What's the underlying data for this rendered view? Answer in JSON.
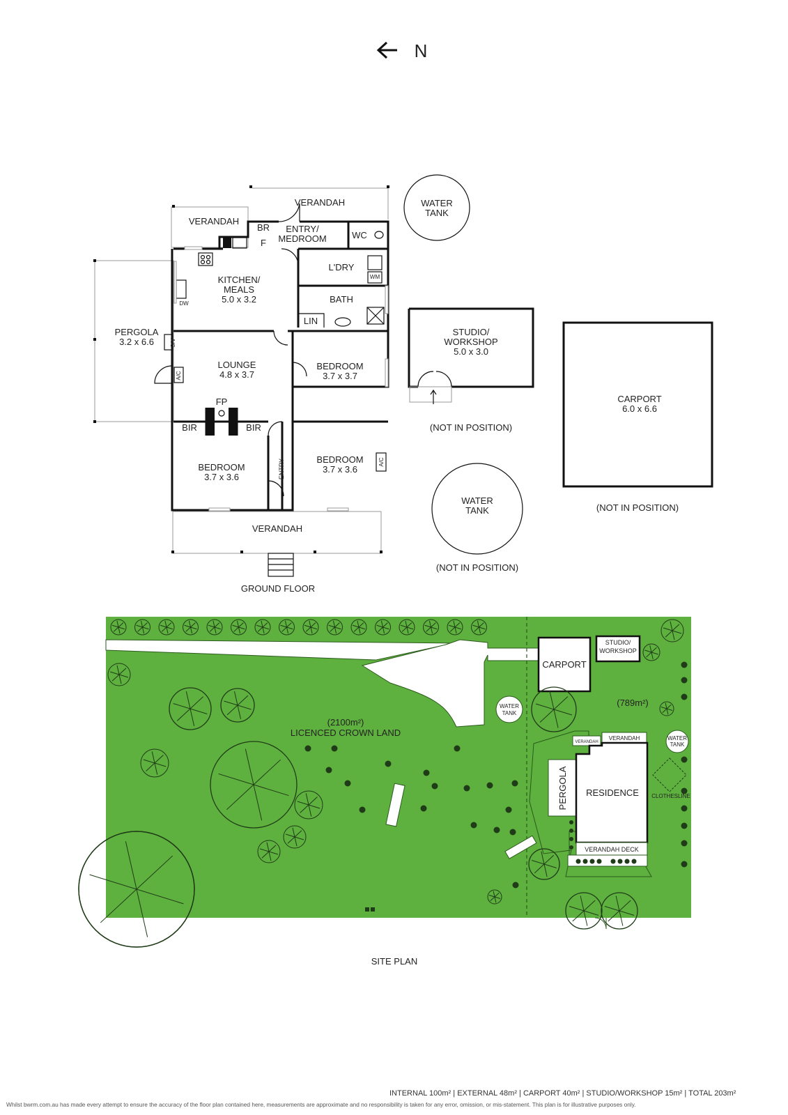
{
  "compass": {
    "label": "N"
  },
  "ground_floor": {
    "title": "GROUND FLOOR",
    "rooms": {
      "verandah_top_left": "VERANDAH",
      "verandah_top": "VERANDAH",
      "br": "BR",
      "f": "F",
      "entry_medroom": [
        "ENTRY/",
        "MEDROOM"
      ],
      "wc": "WC",
      "laundry": "L'DRY",
      "wm": "WM",
      "kitchen": [
        "KITCHEN/",
        "MEALS",
        "5.0 x 3.2"
      ],
      "dw": "DW",
      "bath": "BATH",
      "lin": "LIN",
      "pergola": [
        "PERGOLA",
        "3.2 x 6.6"
      ],
      "ac1": "A/C",
      "ac2": "A/C",
      "ac3": "A/C",
      "lounge": [
        "LOUNGE",
        "4.8 x 3.7"
      ],
      "bedroom_right_top": [
        "BEDROOM",
        "3.7 x 3.7"
      ],
      "fp": "FP",
      "bir_left": "BIR",
      "bir_right": "BIR",
      "bedroom_left": [
        "BEDROOM",
        "3.7 x 3.6"
      ],
      "entry": "ENTRY",
      "bedroom_right_bottom": [
        "BEDROOM",
        "3.7 x 3.6"
      ],
      "verandah_bottom": "VERANDAH"
    }
  },
  "outbuildings": {
    "water_tank_top": [
      "WATER",
      "TANK"
    ],
    "studio": [
      "STUDIO/",
      "WORKSHOP",
      "5.0 x 3.0"
    ],
    "studio_note": "(NOT IN POSITION)",
    "carport": [
      "CARPORT",
      "6.0 x 6.6"
    ],
    "carport_note": "(NOT IN POSITION)",
    "water_tank_bottom": [
      "WATER",
      "TANK"
    ],
    "water_tank_note": "(NOT IN POSITION)"
  },
  "site_plan": {
    "title": "SITE PLAN",
    "crown_land": [
      "(2100m²)",
      "LICENCED CROWN LAND"
    ],
    "lot_area": "(789m²)",
    "carport": "CARPORT",
    "studio": [
      "STUDIO/",
      "WORKSHOP"
    ],
    "water_tank_1": [
      "WATER",
      "TANK"
    ],
    "water_tank_2": [
      "WATER",
      "TANK"
    ],
    "verandah_small": "VERANDAH",
    "verandah": "VERANDAH",
    "pergola": "PERGOLA",
    "residence": "RESIDENCE",
    "clothesline": "CLOTHESLINE",
    "verandah_deck": "VERANDAH DECK",
    "colors": {
      "grass": "#5fb13f",
      "grass_dark": "#3d7f28",
      "tree_stroke": "#1f3b17"
    }
  },
  "footer": {
    "areas": "INTERNAL 100m²  |  EXTERNAL 48m²  |  CARPORT 40m²  |  STUDIO/WORKSHOP 15m²  |  TOTAL 203m²",
    "disclaimer": "Whilst bwrm.com.au has made every attempt to ensure the accuracy of the floor plan contained here, measurements are approximate and no responsibility is taken for any error, omission, or mis-statement. This plan is for illustrative purposes only."
  }
}
